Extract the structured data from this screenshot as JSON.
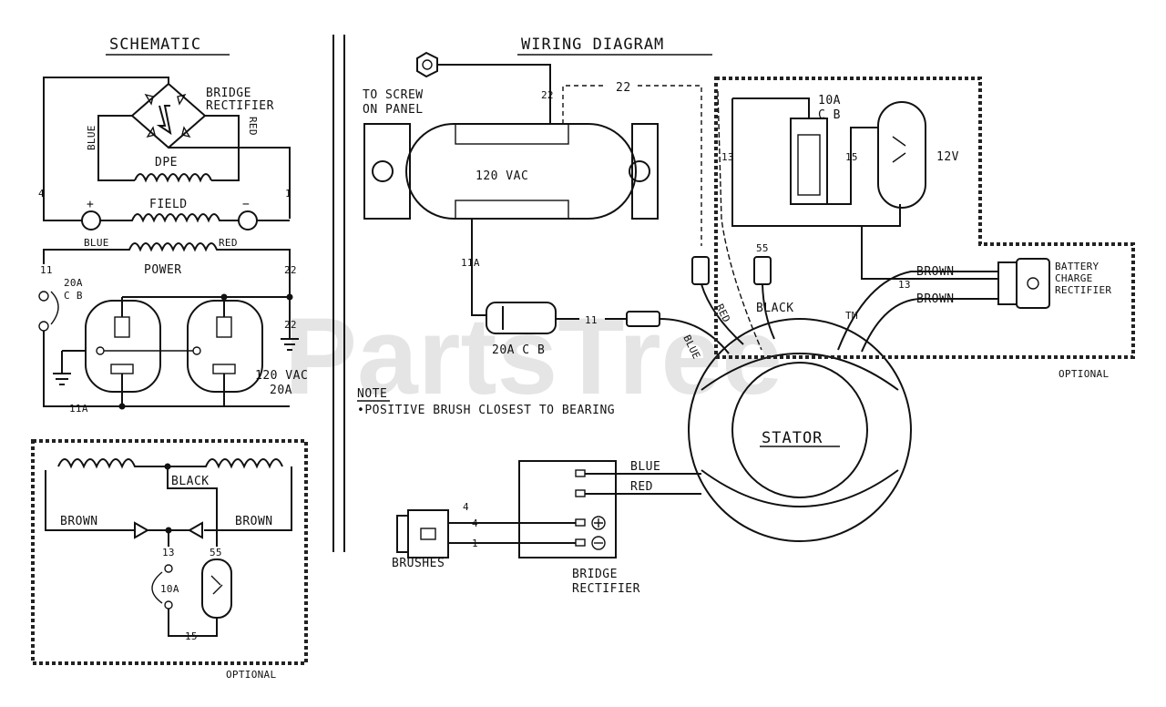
{
  "titles": {
    "schematic": "SCHEMATIC",
    "wiring": "WIRING DIAGRAM"
  },
  "watermark": {
    "text": "PartsTree",
    "tm": "TM"
  },
  "schematic": {
    "bridge_rectifier": [
      "BRIDGE",
      "RECTIFIER"
    ],
    "blue": "BLUE",
    "red": "RED",
    "dpe": "DPE",
    "field": "FIELD",
    "plus": "+",
    "minus": "−",
    "wire_4": "4",
    "wire_1": "1",
    "power_blue": "BLUE",
    "power_red": "RED",
    "power": "POWER",
    "wire_11": "11",
    "breaker": [
      "20A",
      "C B"
    ],
    "wire_22_top": "22",
    "wire_22_low": "22",
    "outlet_rating": [
      "120 VAC",
      "20A"
    ],
    "wire_11a": "11A"
  },
  "optional_left": {
    "black": "BLACK",
    "brown_left": "BROWN",
    "brown_right": "BROWN",
    "wire_13": "13",
    "wire_55": "55",
    "breaker": "10A",
    "wire_15": "15",
    "caption": "OPTIONAL"
  },
  "wiring": {
    "to_screw": [
      "TO SCREW",
      "ON PANEL"
    ],
    "wire_22_a": "22",
    "wire_22_b": "22",
    "receptacle": "120 VAC",
    "wire_11a": "11A",
    "breaker": "20A C B",
    "wire_11": "11",
    "wire_13": "13",
    "wire_55": "55",
    "blue": "BLUE",
    "red": "RED",
    "black": "BLACK",
    "note_title": "NOTE",
    "note_text": "•POSITIVE BRUSH CLOSEST TO BEARING",
    "stator": "STATOR",
    "rect_blue": "BLUE",
    "rect_red": "RED",
    "brush_4": "4",
    "brush_1": "1",
    "brush_tab": "4",
    "brushes": "BRUSHES",
    "bridge_rectifier": [
      "BRIDGE",
      "RECTIFIER"
    ]
  },
  "optional_right": {
    "breaker": [
      "10A",
      "C B"
    ],
    "wire_15": "15",
    "wire_13": "13",
    "receptacle": "12V",
    "brown_top": "BROWN",
    "brown_bottom": "BROWN",
    "wire_13_mid": "13",
    "battery_rectifier": [
      "BATTERY",
      "CHARGE",
      "RECTIFIER"
    ],
    "caption": "OPTIONAL"
  }
}
